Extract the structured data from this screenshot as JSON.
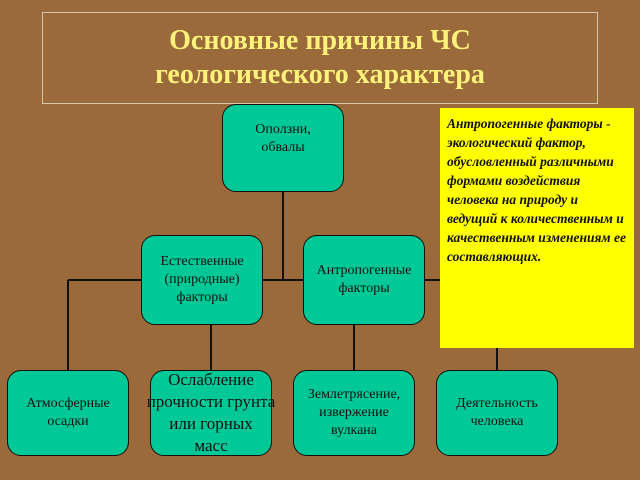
{
  "title": {
    "line1": "Основные причины ЧС",
    "line2": "геологического характера"
  },
  "nodes": {
    "landslides": [
      "Оползни,",
      "обвалы"
    ],
    "natural_factors": [
      "Естественные",
      "(природные)",
      "факторы"
    ],
    "anthropogenic_factors": [
      "Антропогенные",
      "факторы"
    ],
    "atmospheric": [
      "Атмосферные",
      "осадки"
    ],
    "weakening": [
      "Ослабление",
      "прочности грунта",
      "или горных",
      "масс"
    ],
    "earthquake": [
      "Землетрясение,",
      "извержение",
      "вулкана"
    ],
    "human_activity": [
      "Деятельность",
      "человека"
    ]
  },
  "note": {
    "text": "Антропогенные факторы - экологический фактор, обусловленный различными формами воздействия человека на природу и ведущий к количественным и качественным изменениям ее составляющих."
  },
  "colors": {
    "background": "#9a6a3a",
    "node_fill": "#00c896",
    "title_text": "#fff27a",
    "note_fill": "#ffff00",
    "connector": "#111111"
  }
}
